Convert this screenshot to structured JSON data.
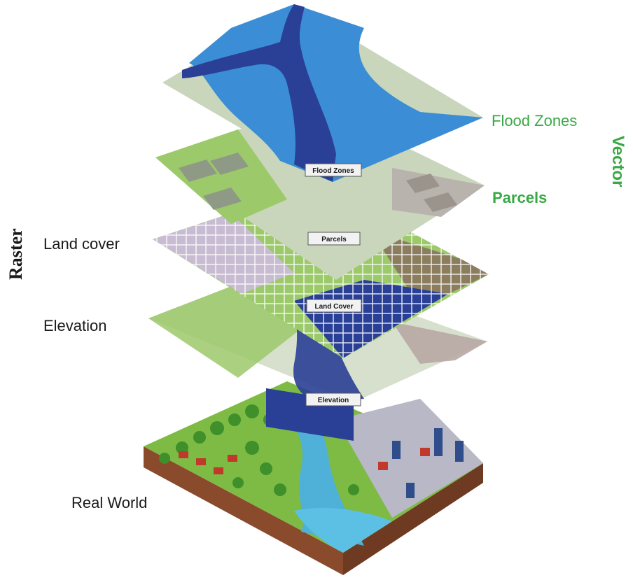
{
  "axis_labels": {
    "left": "Raster",
    "right": "Vector"
  },
  "layers": {
    "flood_zones": {
      "side_label": "Flood Zones",
      "tag": "Flood Zones"
    },
    "parcels": {
      "side_label": "Parcels",
      "tag": "Parcels"
    },
    "land_cover": {
      "side_label": "Land cover",
      "tag": "Land Cover"
    },
    "elevation": {
      "side_label": "Elevation",
      "tag": "Elevation"
    },
    "real_world": {
      "side_label": "Real World"
    }
  },
  "colors": {
    "vector_green": "#3aa845",
    "water_dark": "#2a3f96",
    "water_light": "#3b8ed6",
    "land_pale": "#c9d6bb",
    "land_green": "#9cc96a"
  }
}
